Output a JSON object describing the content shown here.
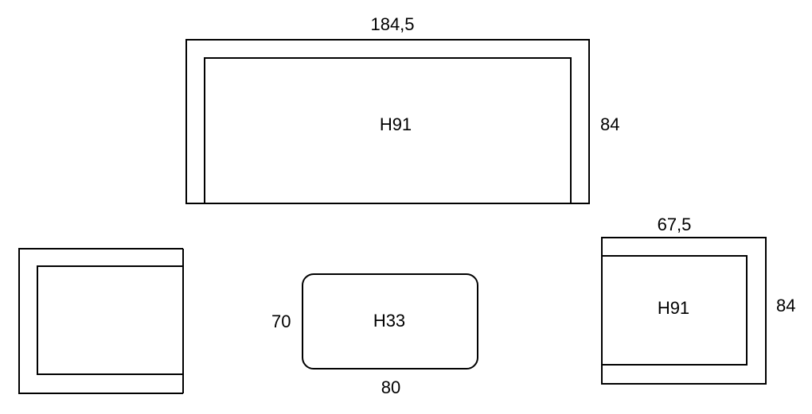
{
  "sofa": {
    "width_label": "184,5",
    "depth_label": "84",
    "height_label": "H91"
  },
  "table": {
    "width_label": "80",
    "depth_label": "70",
    "height_label": "H33"
  },
  "armchair": {
    "width_label": "67,5",
    "depth_label": "84",
    "height_label": "H91"
  },
  "colors": {
    "line": "#000000",
    "background": "#ffffff"
  }
}
